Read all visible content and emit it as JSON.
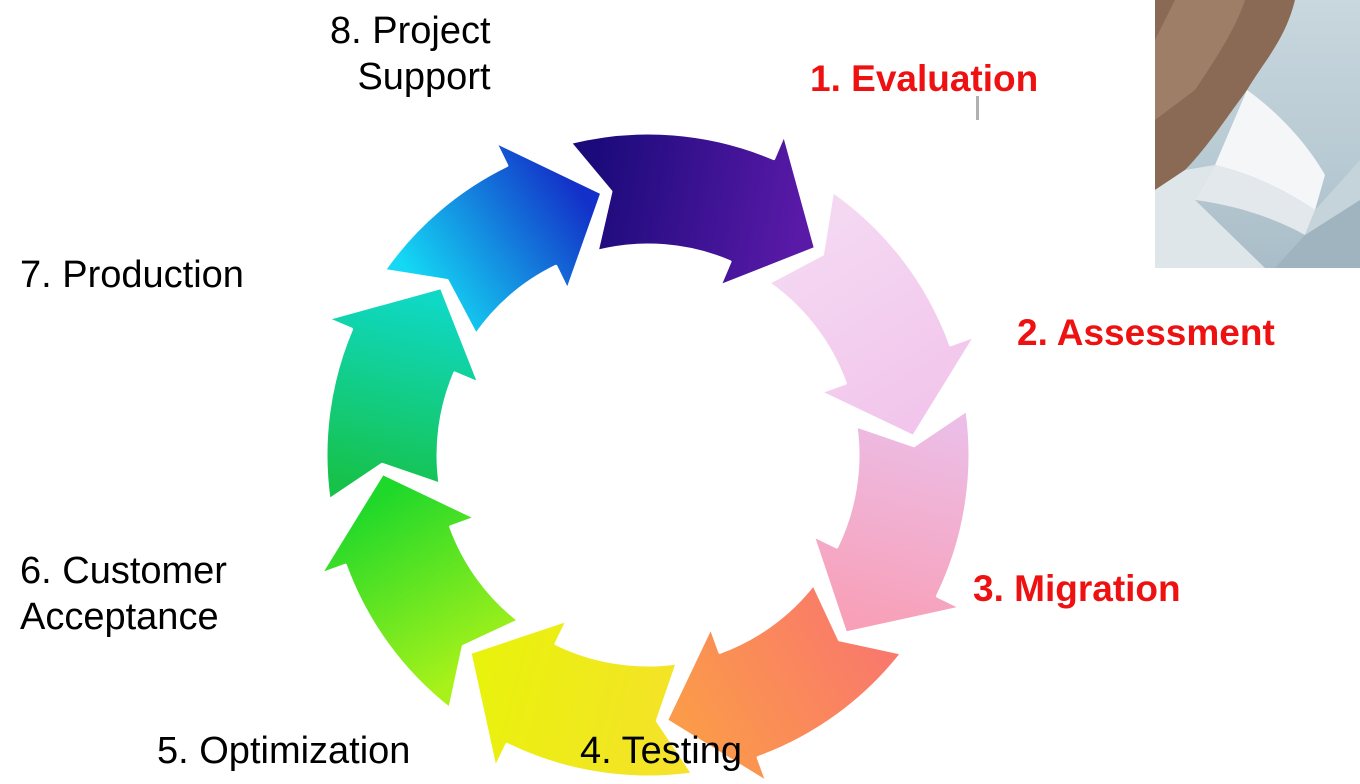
{
  "steps": [
    {
      "number": "1.",
      "name": "Evaluation",
      "highlighted": true,
      "color": "#ee1111"
    },
    {
      "number": "2.",
      "name": "Assessment",
      "highlighted": true,
      "color": "#ee1111"
    },
    {
      "number": "3.",
      "name": "Migration",
      "highlighted": true,
      "color": "#ee1111"
    },
    {
      "number": "4.",
      "name": "Testing",
      "highlighted": false,
      "color": "#000000"
    },
    {
      "number": "5.",
      "name": "Optimization",
      "highlighted": false,
      "color": "#000000"
    },
    {
      "number": "6.",
      "name": "Customer Acceptance",
      "highlighted": false,
      "color": "#000000"
    },
    {
      "number": "7.",
      "name": "Production",
      "highlighted": false,
      "color": "#000000"
    },
    {
      "number": "8.",
      "name": "Project Support",
      "highlighted": false,
      "color": "#000000"
    }
  ],
  "labels": {
    "step1": "1. Evaluation",
    "step2": "2. Assessment",
    "step3": "3. Migration",
    "step4": "4. Testing",
    "step5": "5. Optimization",
    "step6_line1": "6. Customer",
    "step6_line2": "Acceptance",
    "step7": "7. Production",
    "step8_line1": "8. Project",
    "step8_line2": "Support"
  },
  "arrow_colors": [
    {
      "step": "1",
      "from": "#1a0a7a",
      "to": "#5a1aa8"
    },
    {
      "step": "2",
      "from": "#f4d8f2",
      "to": "#f2c6ec"
    },
    {
      "step": "3",
      "from": "#ecbde6",
      "to": "#f8a0b8"
    },
    {
      "step": "4",
      "from": "#f97a6a",
      "to": "#fb9a4a"
    },
    {
      "step": "5",
      "from": "#f5e22a",
      "to": "#e9f20c"
    },
    {
      "step": "6",
      "from": "#a8f21a",
      "to": "#1ed82a"
    },
    {
      "step": "7",
      "from": "#16c24a",
      "to": "#0fd8c4"
    },
    {
      "step": "8",
      "from": "#14d8f4",
      "to": "#1330c8"
    }
  ],
  "icons": {
    "cycle": "circular-arrow-cycle",
    "photo": "business-person-cuff-photo"
  }
}
